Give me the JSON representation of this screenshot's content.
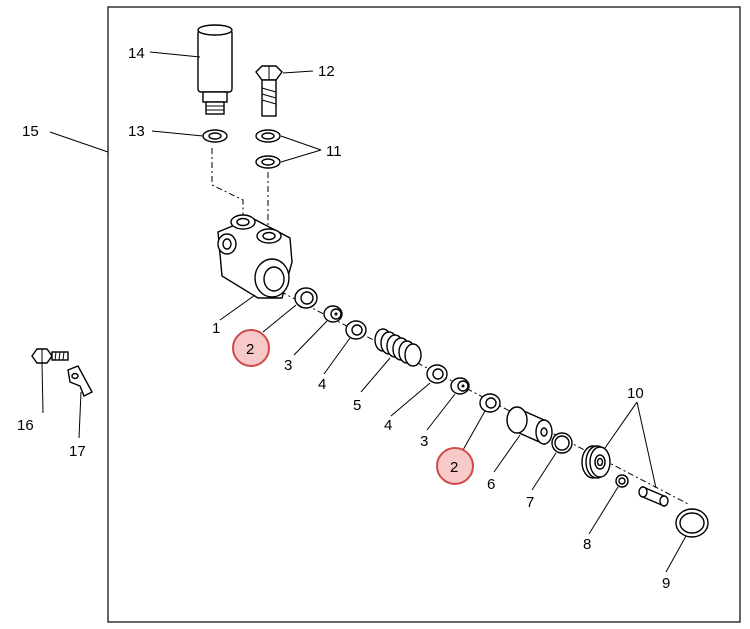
{
  "callouts": {
    "c1": "1",
    "c2a": "2",
    "c2b": "2",
    "c3a": "3",
    "c3b": "3",
    "c4a": "4",
    "c4b": "4",
    "c5": "5",
    "c6": "6",
    "c7": "7",
    "c8": "8",
    "c9": "9",
    "c10": "10",
    "c11": "11",
    "c12": "12",
    "c13": "13",
    "c14": "14",
    "c15": "15",
    "c16": "16",
    "c17": "17"
  },
  "colors": {
    "highlight_fill": "#f7c9c9",
    "highlight_stroke": "#d04a4a",
    "line": "#000000",
    "background": "#ffffff"
  }
}
